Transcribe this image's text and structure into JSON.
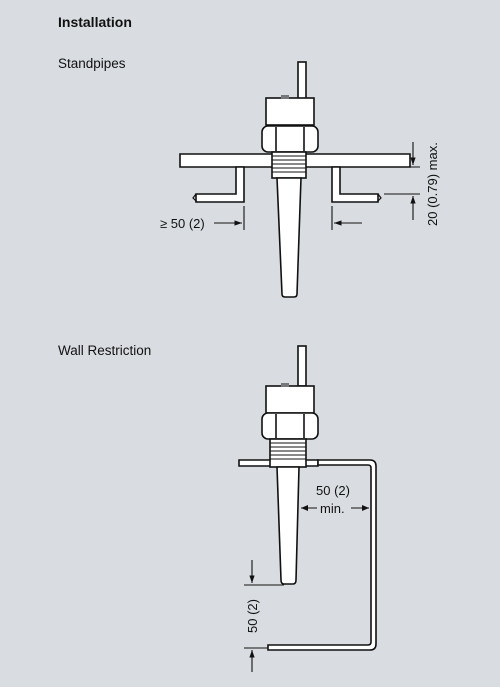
{
  "heading": "Installation",
  "standpipes": {
    "label": "Standpipes",
    "dim_standpipe_gap": "≥ 50 (2)",
    "dim_thread_max": "20 (0.79) max."
  },
  "wall_restriction": {
    "label": "Wall Restriction",
    "dim_wall_clearance": "50 (2)",
    "dim_wall_min": "min.",
    "dim_bottom_clearance": "50 (2)"
  }
}
